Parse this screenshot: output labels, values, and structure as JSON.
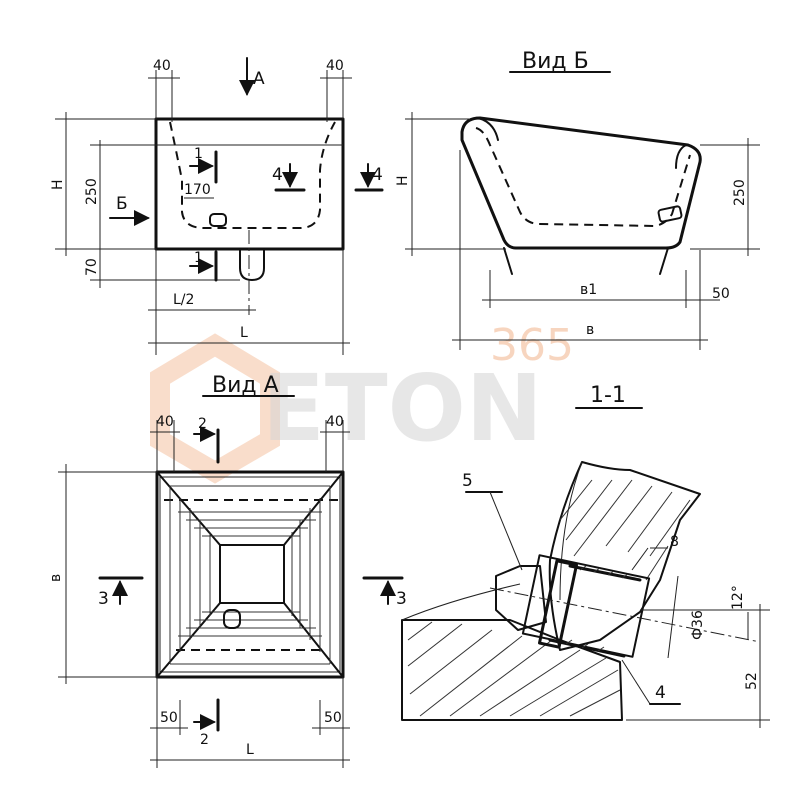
{
  "views": {
    "front": {
      "dim_left_flange": "40",
      "dim_right_flange": "40",
      "dim_height": "H",
      "dim_inner_height": "250",
      "dim_bottom": "70",
      "dim_half_length": "L/2",
      "dim_length": "L",
      "dim_170": "170",
      "arrow_a": "А",
      "arrow_b": "Б",
      "section_1_top": "1",
      "section_1_bottom": "1",
      "section_4_left": "4",
      "section_4_right": "4"
    },
    "side": {
      "title": "Вид Б",
      "dim_height": "H",
      "dim_250": "250",
      "dim_b1": "в1",
      "dim_50": "50",
      "dim_b": "в"
    },
    "top": {
      "title": "Вид А",
      "dim_left_flange": "40",
      "dim_right_flange": "40",
      "dim_width": "в",
      "dim_left_bottom": "50",
      "dim_right_bottom": "50",
      "dim_length": "L",
      "section_2_top": "2",
      "section_2_bottom": "2",
      "section_3_left": "3",
      "section_3_right": "3"
    },
    "section": {
      "title": "1-1",
      "callout_5": "5",
      "callout_8": "8",
      "callout_4": "4",
      "dim_diameter": "Ф36",
      "dim_angle": "12°",
      "dim_52": "52"
    }
  },
  "watermark": {
    "number": "365",
    "word": "ETON"
  }
}
